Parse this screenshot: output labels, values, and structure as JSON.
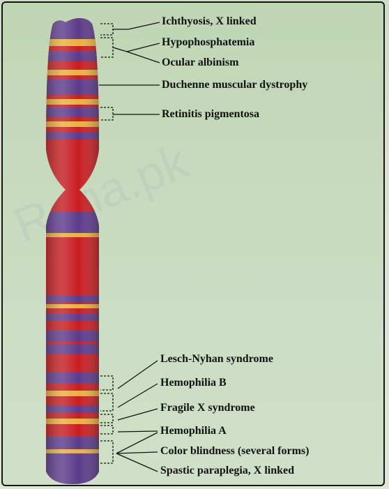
{
  "watermark": "Rana.pk",
  "labels": {
    "ichthyosis": "Ichthyosis, X linked",
    "hypophosphatemia": "Hypophosphatemia",
    "ocular_albinism": "Ocular albinism",
    "duchenne": "Duchenne muscular dystrophy",
    "retinitis": "Retinitis pigmentosa",
    "lesch_nyhan": "Lesch-Nyhan syndrome",
    "hemophilia_b": "Hemophilia B",
    "fragile_x": "Fragile X syndrome",
    "hemophilia_a": "Hemophilia A",
    "color_blindness": "Color blindness (several forms)",
    "spastic_paraplegia": "Spastic paraplegia, X linked"
  },
  "colors": {
    "red": "#c81e22",
    "purple": "#5d3b8c",
    "yellow": "#e8b23c",
    "background": "#c9dcc0"
  }
}
